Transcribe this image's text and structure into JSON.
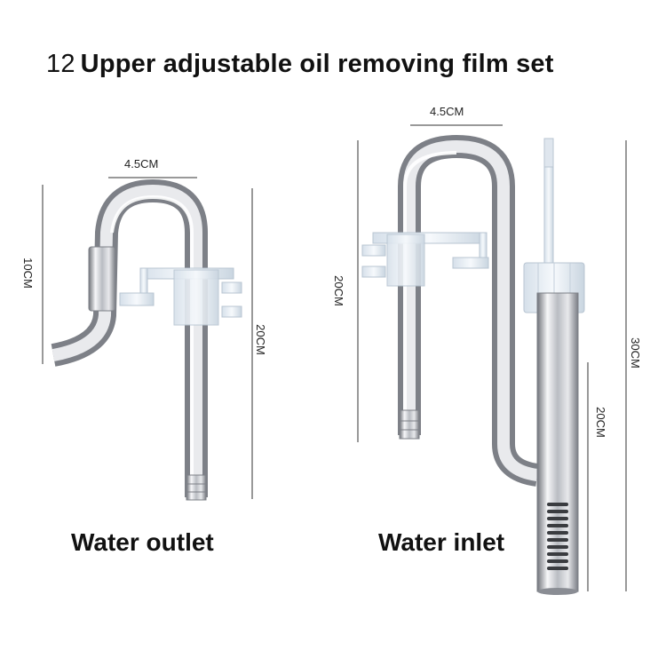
{
  "title": {
    "number": "12",
    "text": "Upper adjustable oil removing film set"
  },
  "labels": {
    "outlet": "Water outlet",
    "inlet": "Water inlet"
  },
  "dimensions": {
    "outlet_width": "4.5CM",
    "outlet_hook": "10CM",
    "outlet_height": "20CM",
    "inlet_width": "4.5CM",
    "inlet_left": "20CM",
    "inlet_skimmer": "20CM",
    "inlet_total": "30CM"
  },
  "colors": {
    "steel_light": "#f4f4f6",
    "steel_dark": "#8a8d94",
    "acrylic": "#e6eef5"
  }
}
